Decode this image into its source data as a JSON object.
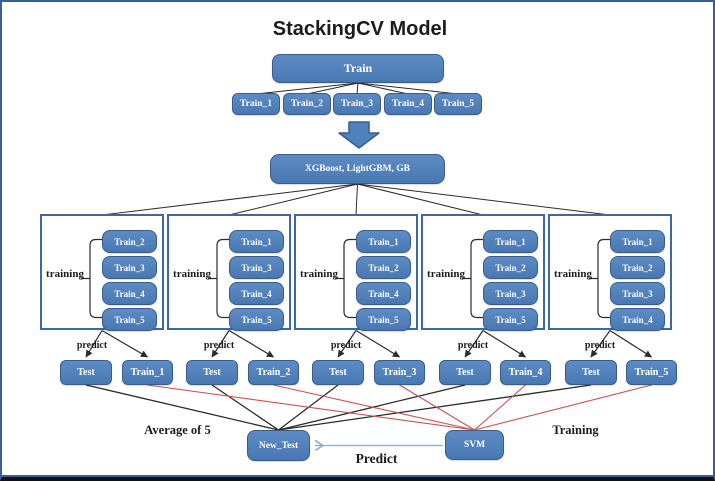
{
  "title": "StackingCV Model",
  "top": {
    "train_label": "Train",
    "splits": [
      "Train_1",
      "Train_2",
      "Train_3",
      "Train_4",
      "Train_5"
    ],
    "models_label": "XGBoost, LightGBM, GB"
  },
  "folds": [
    {
      "training_label": "training",
      "items": [
        "Train_2",
        "Train_3",
        "Train_4",
        "Train_5"
      ],
      "predict_label": "predict",
      "test_label": "Test",
      "holdout_label": "Train_1"
    },
    {
      "training_label": "training",
      "items": [
        "Train_1",
        "Train_3",
        "Train_4",
        "Train_5"
      ],
      "predict_label": "predict",
      "test_label": "Test",
      "holdout_label": "Train_2"
    },
    {
      "training_label": "training",
      "items": [
        "Train_1",
        "Train_2",
        "Train_4",
        "Train_5"
      ],
      "predict_label": "predict",
      "test_label": "Test",
      "holdout_label": "Train_3"
    },
    {
      "training_label": "training",
      "items": [
        "Train_1",
        "Train_2",
        "Train_3",
        "Train_5"
      ],
      "predict_label": "predict",
      "test_label": "Test",
      "holdout_label": "Train_4"
    },
    {
      "training_label": "training",
      "items": [
        "Train_1",
        "Train_2",
        "Train_3",
        "Train_4"
      ],
      "predict_label": "predict",
      "test_label": "Test",
      "holdout_label": "Train_5"
    }
  ],
  "bottom": {
    "average_label": "Average of 5",
    "new_test_label": "New_Test",
    "svm_label": "SVM",
    "predict_label": "Predict",
    "training_label": "Training"
  },
  "colors": {
    "box_fill": "#4f81bd",
    "box_border": "#385d8a",
    "panel_border": "#3c69a5",
    "page_border": "#3a5e94",
    "connector": "#2b2b2b",
    "holdout_connector": "#c9524e",
    "predict_arrow": "#84aad2"
  }
}
